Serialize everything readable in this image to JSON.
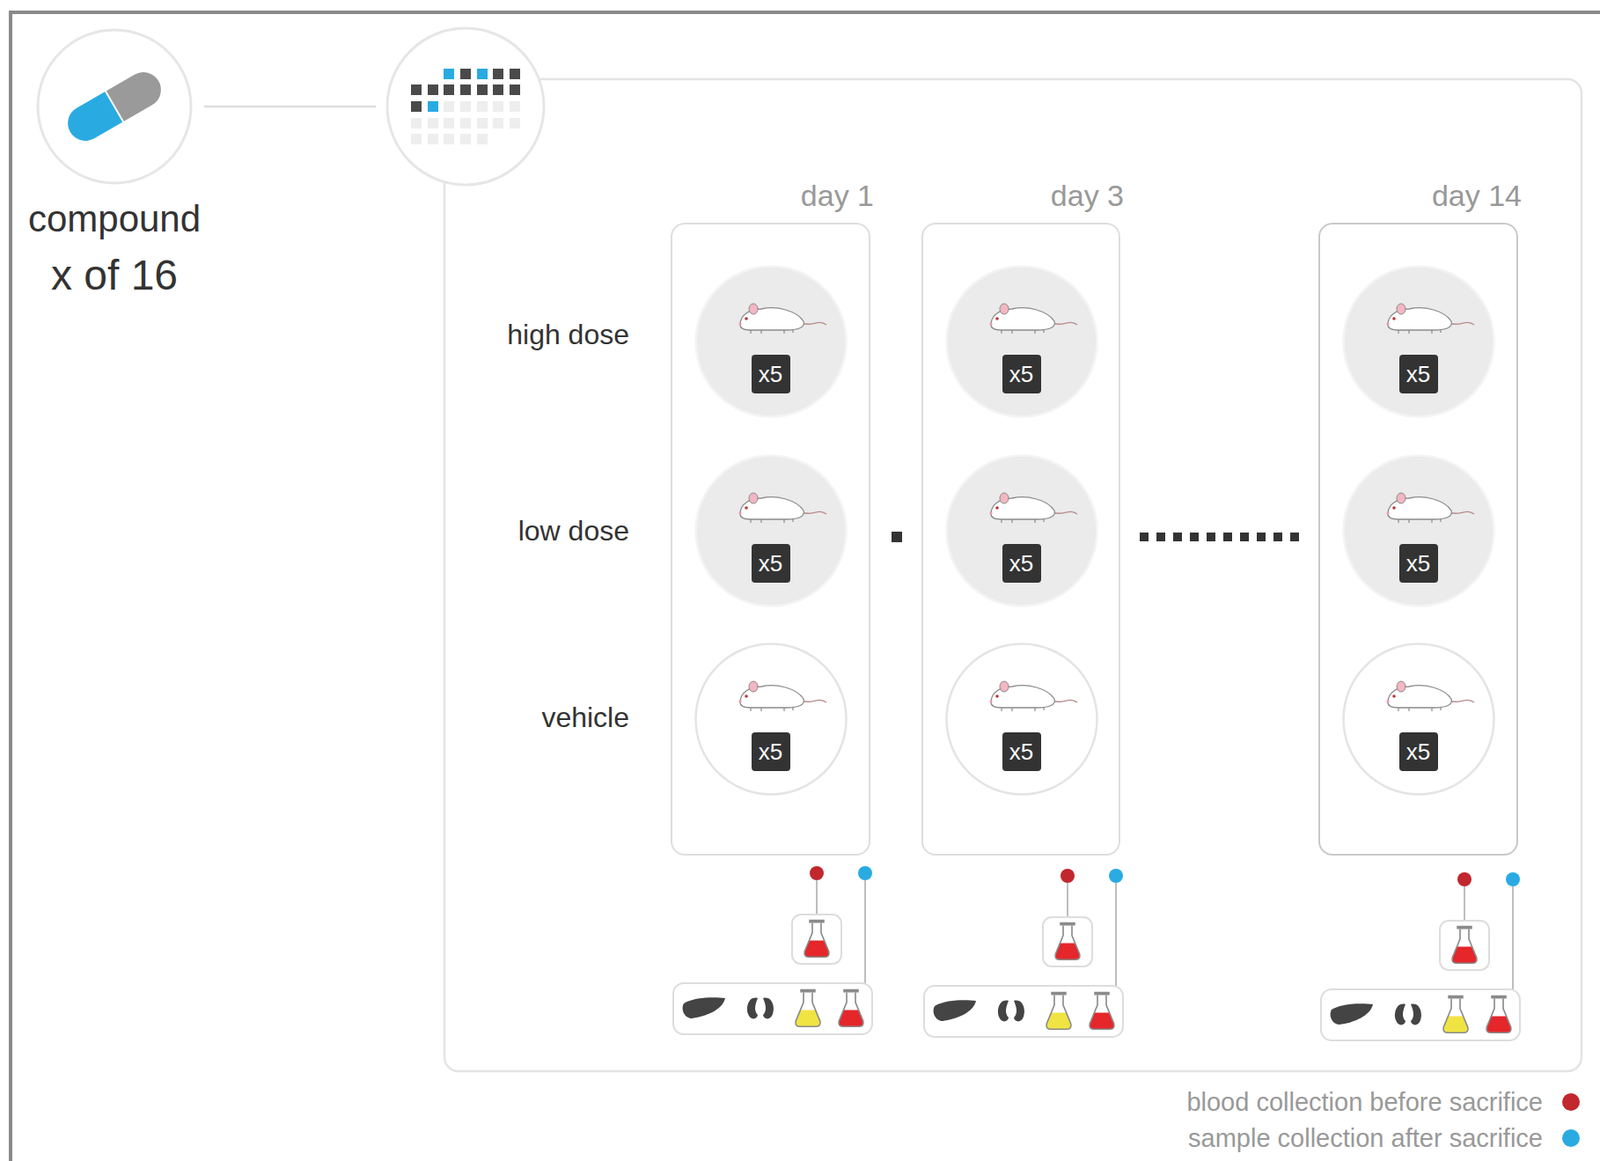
{
  "diagram": {
    "nodes": [
      {
        "text": [
          "compound",
          "x of 16"
        ]
      },
      {
        "text": [
          "day 1"
        ]
      },
      {
        "text": [
          "x5"
        ],
        "in": 1
      },
      {
        "text": [
          "x5"
        ],
        "in": 1
      },
      {
        "text": [
          "x5"
        ],
        "in": 1
      },
      {
        "text": [
          "day 3"
        ]
      },
      {
        "text": [
          "x5"
        ],
        "in": 5
      },
      {
        "text": [
          "x5"
        ],
        "in": 5
      },
      {
        "text": [
          "x5"
        ],
        "in": 5
      },
      {
        "text": [
          "day 14"
        ]
      },
      {
        "text": [
          "x5"
        ],
        "in": 9
      },
      {
        "text": [
          "x5"
        ],
        "in": 9
      },
      {
        "text": [
          "x5"
        ],
        "in": 9
      }
    ],
    "labels": [
      "high dose",
      "low dose",
      "vehicle"
    ],
    "legend": [
      {
        "text": "blood collection before sacrifice",
        "color": "#c1272d"
      },
      {
        "text": "sample collection after sacrifice",
        "color": "#29abe2"
      }
    ]
  }
}
